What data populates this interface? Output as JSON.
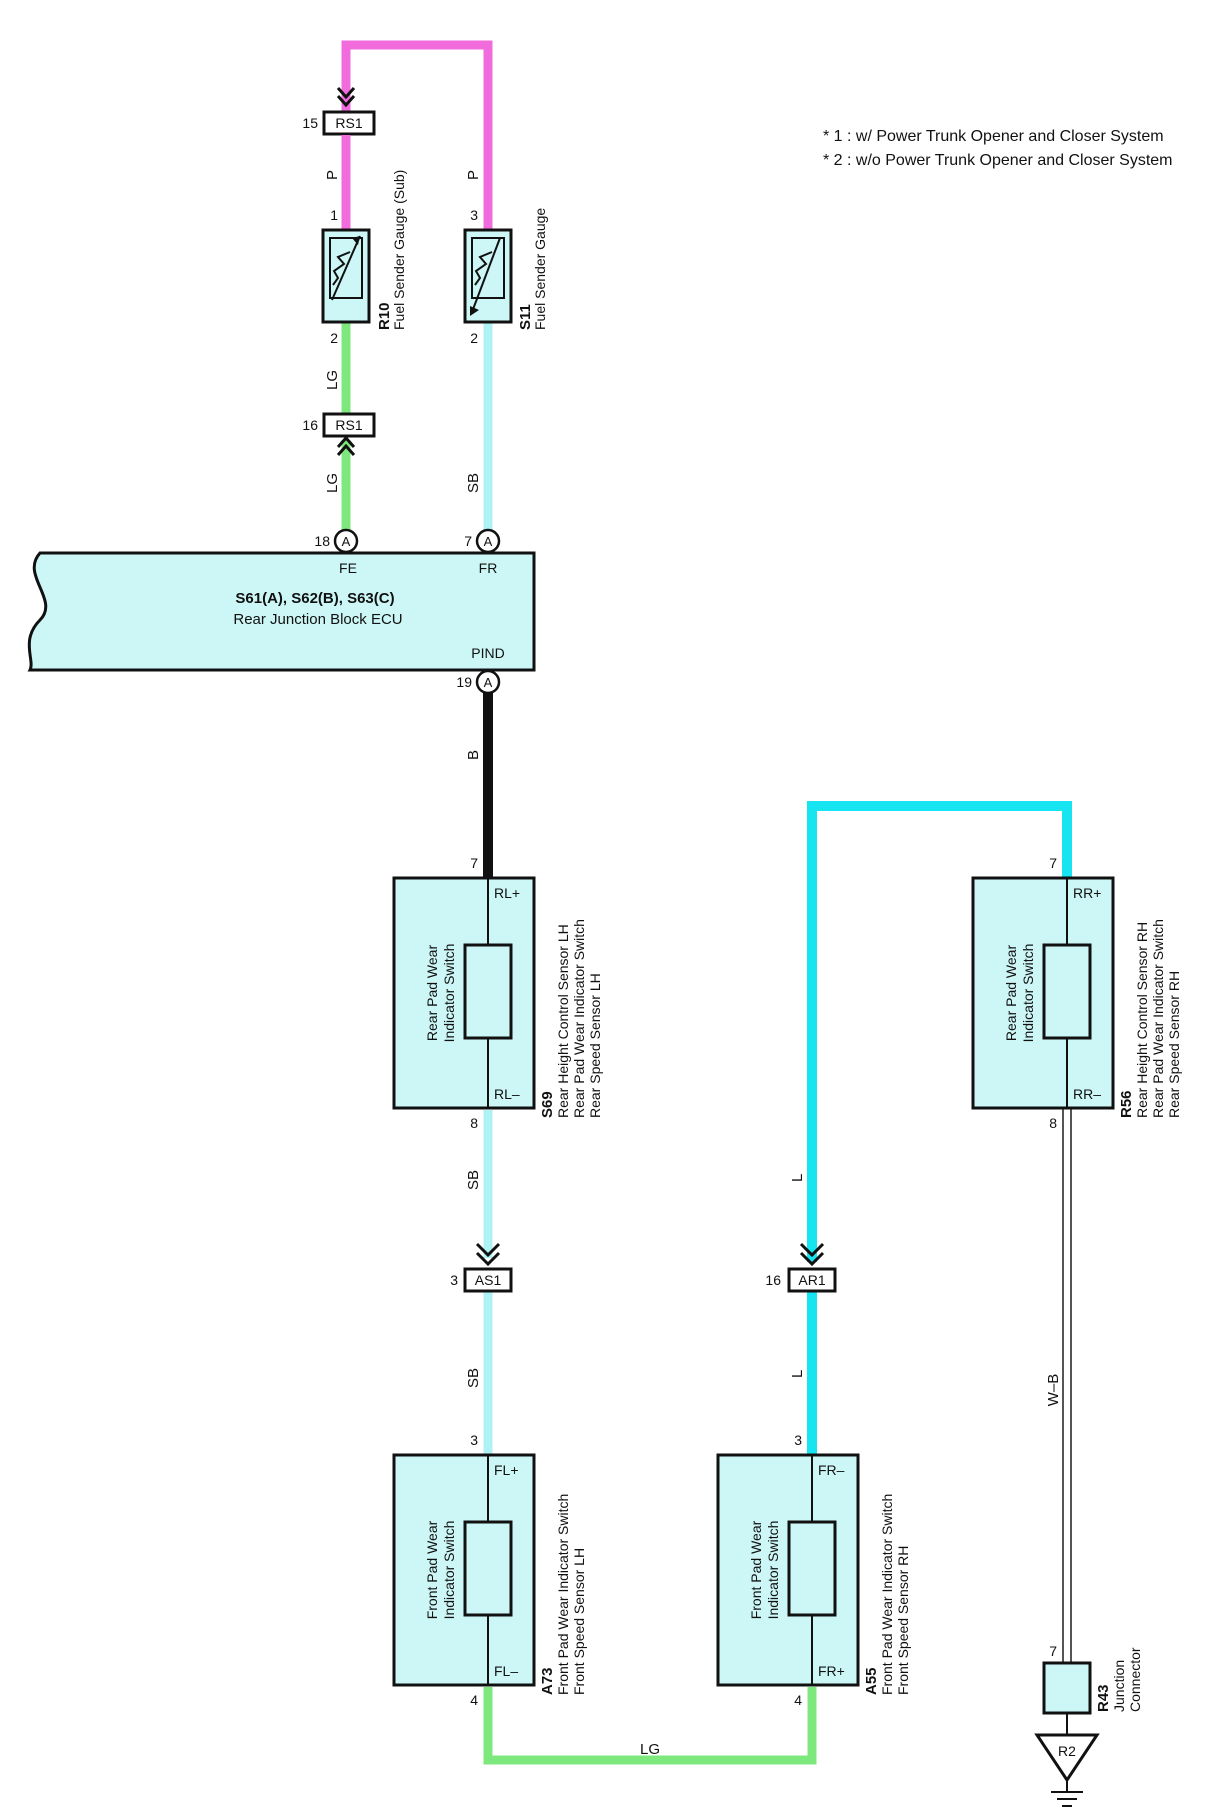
{
  "colors": {
    "P": "#f26bdc",
    "LG": "#7de87d",
    "SB": "#aef2f5",
    "B": "#111111",
    "L": "#16e4f0",
    "box_fill": "#cdf7f7"
  },
  "notes": [
    "* 1 : w/ Power Trunk Opener and Closer System",
    "* 2 : w/o Power Trunk Opener and Closer System"
  ],
  "ecu": {
    "title": "S61(A), S62(B), S63(C)",
    "subtitle": "Rear Junction Block ECU",
    "terminals": {
      "fe": "FE",
      "fr": "FR",
      "pind": "PIND"
    },
    "pins": {
      "fe": "18",
      "fr": "7",
      "pind": "19"
    },
    "connector_letter": "A"
  },
  "wires": {
    "p_left": "P",
    "p_right": "P",
    "lg_upper": "LG",
    "lg_lower": "LG",
    "sb_upper": "SB",
    "b": "B",
    "sb_mid": "SB",
    "sb_low": "SB",
    "l_upper": "L",
    "l_lower": "L",
    "wb": "W–B",
    "lg_bottom": "LG"
  },
  "connectors": {
    "rs1_top": {
      "label": "RS1",
      "pin": "15"
    },
    "rs1_mid": {
      "label": "RS1",
      "pin": "16"
    },
    "as1": {
      "label": "AS1",
      "pin": "3"
    },
    "ar1": {
      "label": "AR1",
      "pin": "16"
    }
  },
  "r10": {
    "code": "R10",
    "name": "Fuel Sender Gauge (Sub)",
    "pin_top": "1",
    "pin_bottom": "2"
  },
  "s11": {
    "code": "S11",
    "name": "Fuel Sender Gauge",
    "pin_top": "3",
    "pin_bottom": "2"
  },
  "s69": {
    "code": "S69",
    "names": [
      "Rear Height Control Sensor LH",
      "Rear Pad Wear Indicator Switch",
      "Rear Speed Sensor LH"
    ],
    "inner": [
      "Rear Pad Wear",
      "Indicator Switch"
    ],
    "term_top": "RL+",
    "term_bottom": "RL–",
    "pin_top": "7",
    "pin_bottom": "8"
  },
  "r56": {
    "code": "R56",
    "names": [
      "Rear Height Control Sensor RH",
      "Rear Pad Wear Indicator Switch",
      "Rear Speed Sensor RH"
    ],
    "inner": [
      "Rear Pad Wear",
      "Indicator Switch"
    ],
    "term_top": "RR+",
    "term_bottom": "RR–",
    "pin_top": "7",
    "pin_bottom": "8"
  },
  "a73": {
    "code": "A73",
    "names": [
      "Front Pad Wear Indicator Switch",
      "Front Speed Sensor LH"
    ],
    "inner": [
      "Front Pad Wear",
      "Indicator Switch"
    ],
    "term_top": "FL+",
    "term_bottom": "FL–",
    "pin_top": "3",
    "pin_bottom": "4"
  },
  "a55": {
    "code": "A55",
    "names": [
      "Front Pad Wear Indicator Switch",
      "Front Speed Sensor RH"
    ],
    "inner": [
      "Front Pad Wear",
      "Indicator Switch"
    ],
    "term_top": "FR–",
    "term_bottom": "FR+",
    "pin_top": "3",
    "pin_bottom": "4"
  },
  "r43": {
    "code": "R43",
    "names": [
      "Junction",
      "Connector"
    ],
    "pin": "7"
  },
  "ground": {
    "label": "R2"
  }
}
